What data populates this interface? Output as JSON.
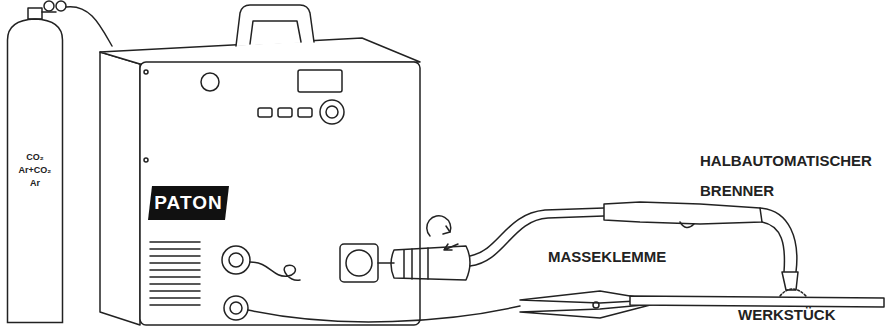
{
  "diagram": {
    "nodes": [
      {
        "text": [
          "CO₂",
          "Ar+CO₂",
          "Ar"
        ]
      },
      {
        "text": [
          "PATON"
        ]
      }
    ],
    "labels": [
      "HALBAUTOMATISCHER BRENNER",
      "MASSEKLEMME",
      "WERKSTÜCK"
    ]
  }
}
